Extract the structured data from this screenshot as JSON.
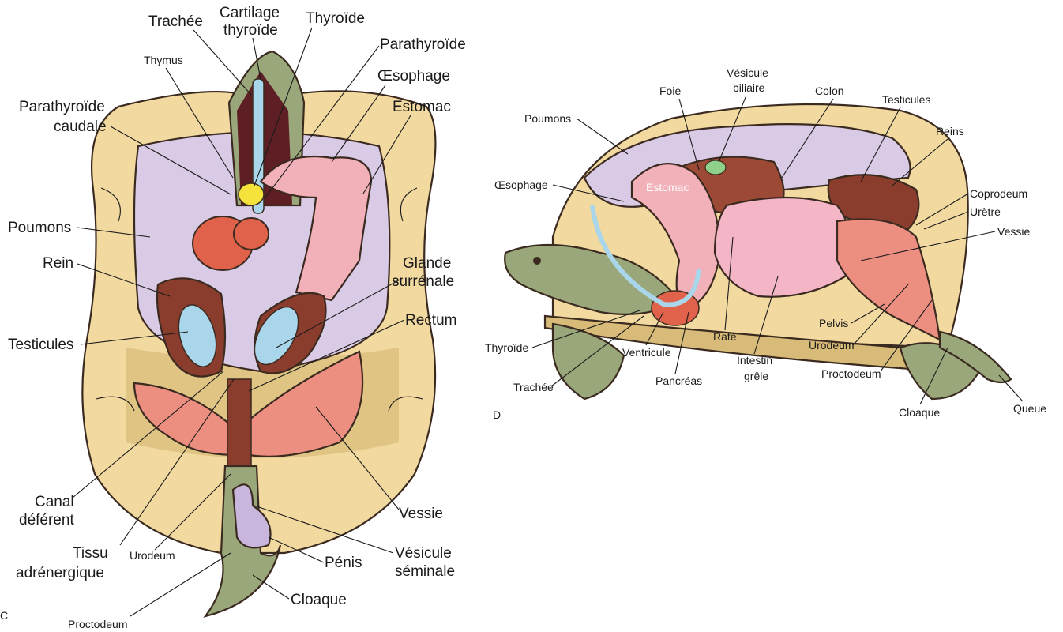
{
  "left_diagram": {
    "labels": {
      "trachee": "Trachée",
      "cartilage_1": "Cartilage",
      "cartilage_2": "thyroïde",
      "thyroide": "Thyroïde",
      "thymus": "Thymus",
      "parathyroide": "Parathyroïde",
      "oesophage": "Œsophage",
      "parathyroide_caudale_1": "Parathyroïde",
      "parathyroide_caudale_2": "caudale",
      "estomac": "Estomac",
      "poumons": "Poumons",
      "rein": "Rein",
      "glande_1": "Glande",
      "glande_2": "surrénale",
      "rectum": "Rectum",
      "testicules": "Testicules",
      "canal_1": "Canal",
      "canal_2": "déférent",
      "vessie": "Vessie",
      "tissu_1": "Tissu",
      "tissu_2": "adrénergique",
      "urodeum": "Urodeum",
      "vesicule_1": "Vésicule",
      "vesicule_2": "séminale",
      "penis": "Pénis",
      "cloaque": "Cloaque",
      "proctodeum": "Proctodeum",
      "panel_letter": "C"
    }
  },
  "right_diagram": {
    "labels": {
      "vesicule_1": "Vésicule",
      "vesicule_2": "biliaire",
      "foie": "Foie",
      "colon": "Colon",
      "testicules": "Testicules",
      "poumons": "Poumons",
      "reins": "Reins",
      "oesophage": "Œsophage",
      "estomac": "Estomac",
      "coprodeum": "Coprodeum",
      "uretre": "Urètre",
      "vessie": "Vessie",
      "pelvis": "Pelvis",
      "urodeum": "Urodeum",
      "thyroide": "Thyroïde",
      "ventricule": "Ventricule",
      "rate": "Rate",
      "intestin_1": "Intestin",
      "intestin_2": "grêle",
      "proctodeum": "Proctodeum",
      "trachee": "Trachée",
      "pancreas": "Pancréas",
      "cloaque": "Cloaque",
      "queue": "Queue",
      "panel_letter": "D"
    }
  },
  "colors": {
    "shell": "#f2d9a0",
    "shell_dark": "#d8bb78",
    "lung": "#d9cbe6",
    "skin": "#9aa77a",
    "kidney": "#8a3d2c",
    "testis": "#a9d6ea",
    "bladder": "#ec8f80",
    "stomach": "#f2b0b8",
    "intestine": "#f4b6c6",
    "liver": "#9c4a35",
    "heart": "#e0624a"
  }
}
